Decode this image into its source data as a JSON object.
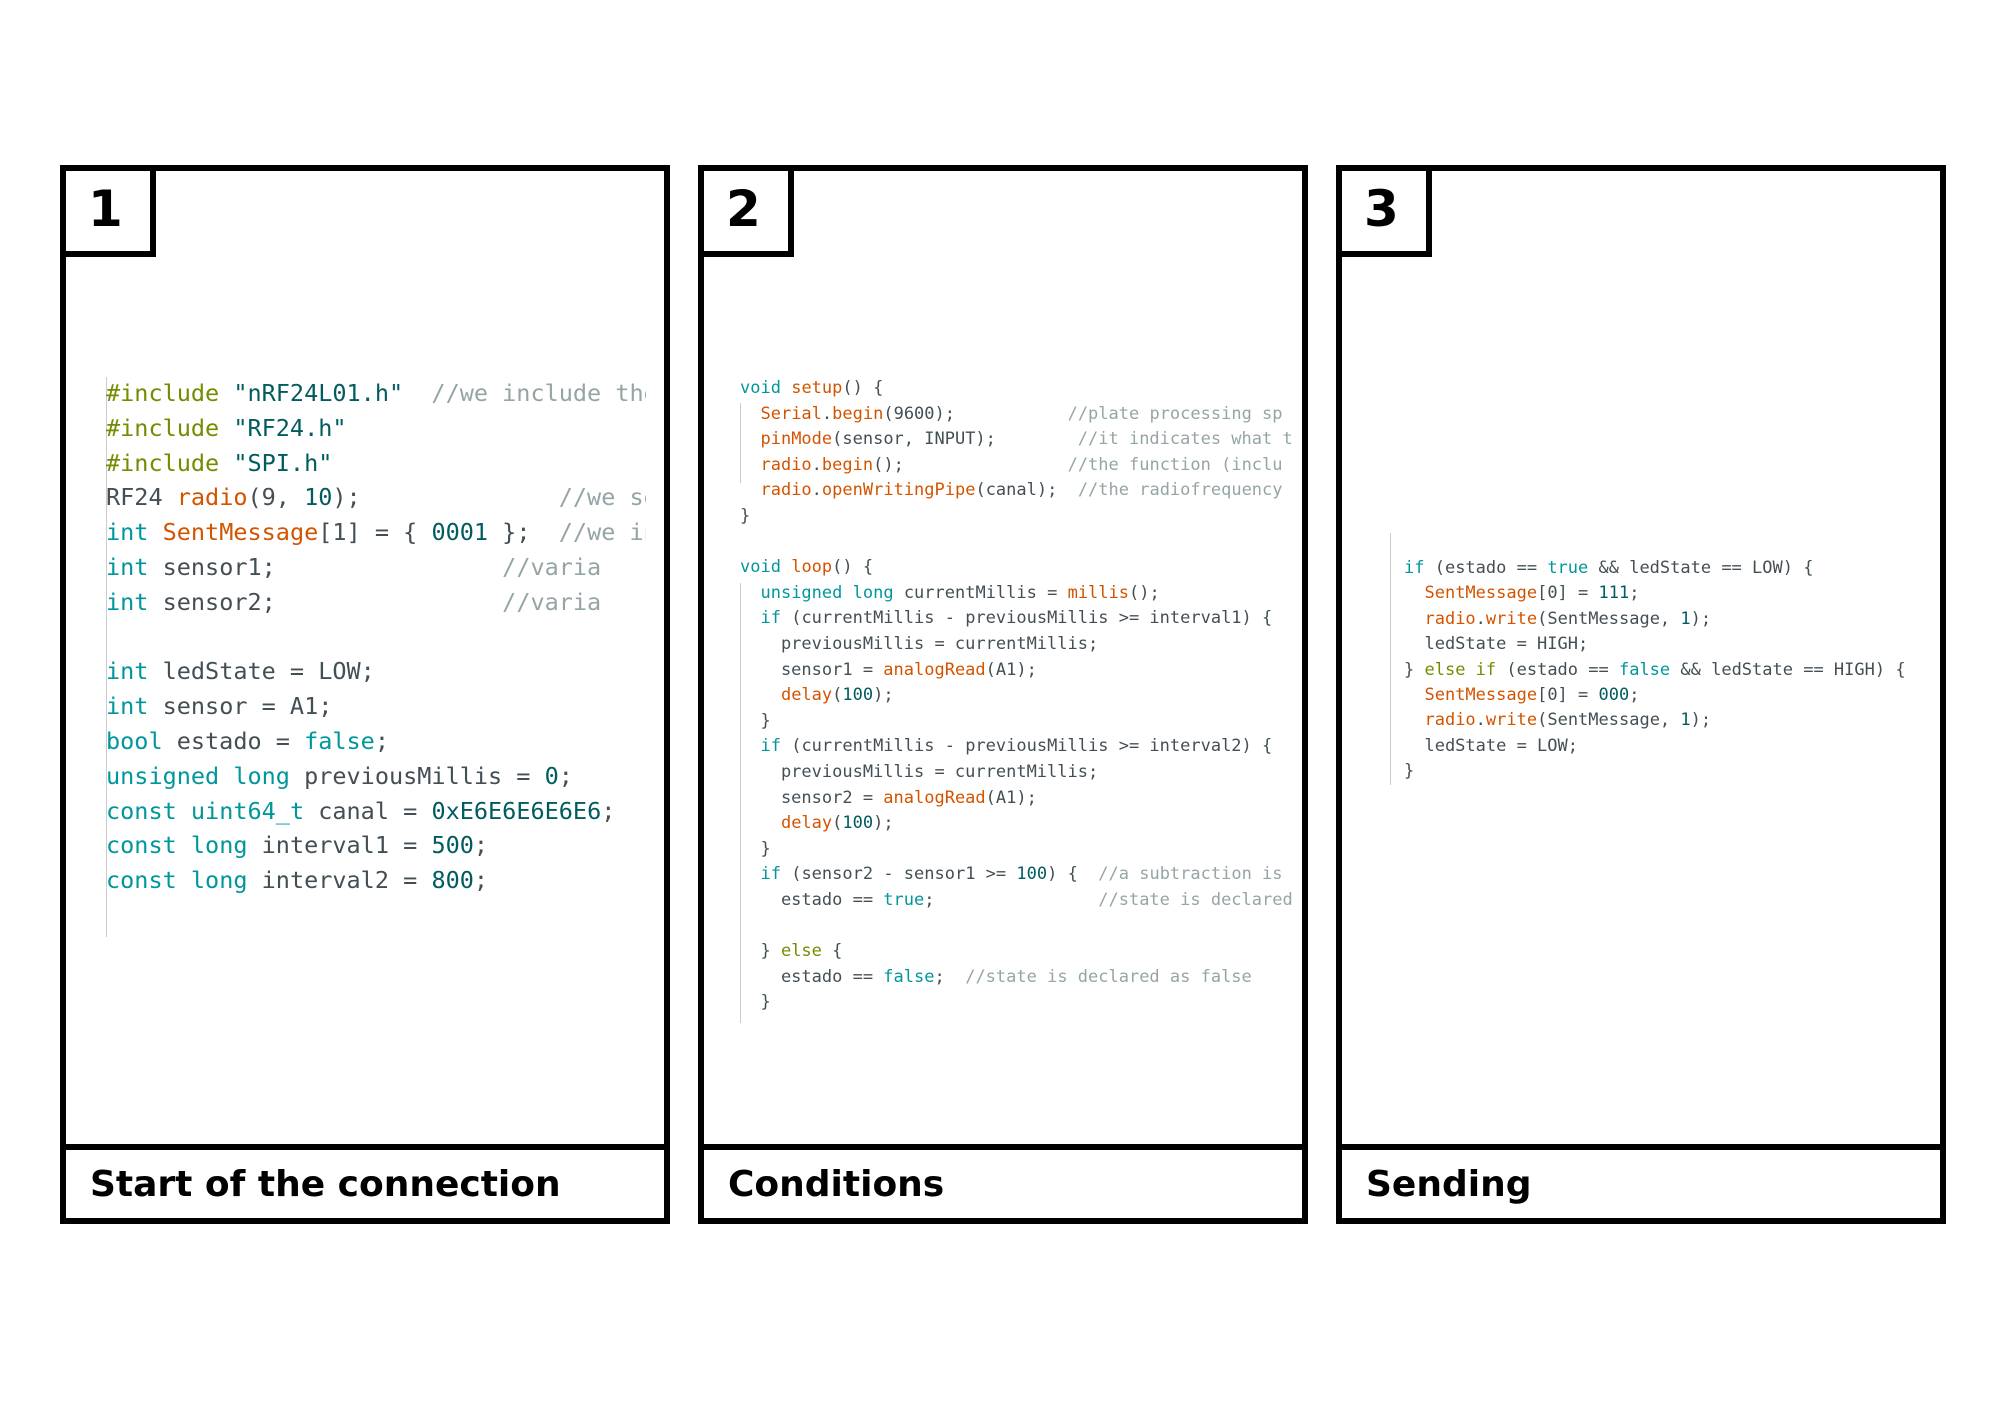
{
  "panels": [
    {
      "number": "1",
      "caption": "Start of the connection",
      "code": [
        [
          [
            "#include",
            "inc"
          ],
          [
            " \"nRF24L01.h\"",
            "str"
          ],
          [
            "  //we include the",
            "cm"
          ]
        ],
        [
          [
            "#include",
            "inc"
          ],
          [
            " \"RF24.h\"",
            "str"
          ]
        ],
        [
          [
            "#include",
            "inc"
          ],
          [
            " \"SPI.h\"",
            "str"
          ]
        ],
        [
          [
            "RF24 ",
            ""
          ],
          [
            "radio",
            "fn"
          ],
          [
            "(9, ",
            ""
          ],
          [
            "10",
            "str"
          ],
          [
            ");              ",
            ""
          ],
          [
            "//we se",
            "cm"
          ]
        ],
        [
          [
            "int",
            "kw"
          ],
          [
            " ",
            ""
          ],
          [
            "SentMessage",
            "fn"
          ],
          [
            "[1] = { ",
            ""
          ],
          [
            "0001",
            "str"
          ],
          [
            " };  ",
            ""
          ],
          [
            "//we in",
            "cm"
          ]
        ],
        [
          [
            "int",
            "kw"
          ],
          [
            " sensor1;                ",
            ""
          ],
          [
            "//varia",
            "cm"
          ]
        ],
        [
          [
            "int",
            "kw"
          ],
          [
            " sensor2;                ",
            ""
          ],
          [
            "//varia",
            "cm"
          ]
        ],
        [],
        [
          [
            "int",
            "kw"
          ],
          [
            " ledState = LOW;",
            ""
          ]
        ],
        [
          [
            "int",
            "kw"
          ],
          [
            " sensor = A1;",
            ""
          ]
        ],
        [
          [
            "bool",
            "kw"
          ],
          [
            " estado = ",
            ""
          ],
          [
            "false",
            "kw"
          ],
          [
            ";",
            ""
          ]
        ],
        [
          [
            "unsigned",
            "kw"
          ],
          [
            " ",
            ""
          ],
          [
            "long",
            "kw"
          ],
          [
            " previousMillis = ",
            ""
          ],
          [
            "0",
            "str"
          ],
          [
            ";",
            ""
          ]
        ],
        [
          [
            "const",
            "kw"
          ],
          [
            " ",
            ""
          ],
          [
            "uint64_t",
            "kw"
          ],
          [
            " canal = ",
            ""
          ],
          [
            "0xE6E6E6E6E6",
            "str"
          ],
          [
            ";",
            ""
          ]
        ],
        [
          [
            "const",
            "kw"
          ],
          [
            " ",
            ""
          ],
          [
            "long",
            "kw"
          ],
          [
            " interval1 = ",
            ""
          ],
          [
            "500",
            "str"
          ],
          [
            ";",
            ""
          ]
        ],
        [
          [
            "const",
            "kw"
          ],
          [
            " ",
            ""
          ],
          [
            "long",
            "kw"
          ],
          [
            " interval2 = ",
            ""
          ],
          [
            "800",
            "str"
          ],
          [
            ";",
            ""
          ]
        ]
      ]
    },
    {
      "number": "2",
      "caption": "Conditions",
      "code": [
        [
          [
            "void",
            "kw"
          ],
          [
            " ",
            ""
          ],
          [
            "setup",
            "fn"
          ],
          [
            "() {",
            ""
          ]
        ],
        [
          [
            "  ",
            ""
          ],
          [
            "Serial",
            "fn"
          ],
          [
            ".",
            ""
          ],
          [
            "begin",
            "fn"
          ],
          [
            "(9600);           ",
            ""
          ],
          [
            "//plate processing sp",
            "cm"
          ]
        ],
        [
          [
            "  ",
            ""
          ],
          [
            "pinMode",
            "fn"
          ],
          [
            "(sensor, INPUT);        ",
            ""
          ],
          [
            "//it indicates what t",
            "cm"
          ]
        ],
        [
          [
            "  ",
            ""
          ],
          [
            "radio",
            "fn"
          ],
          [
            ".",
            ""
          ],
          [
            "begin",
            "fn"
          ],
          [
            "();                ",
            ""
          ],
          [
            "//the function (inclu",
            "cm"
          ]
        ],
        [
          [
            "  ",
            ""
          ],
          [
            "radio",
            "fn"
          ],
          [
            ".",
            ""
          ],
          [
            "openWritingPipe",
            "fn"
          ],
          [
            "(canal);  ",
            ""
          ],
          [
            "//the radiofrequency",
            "cm"
          ]
        ],
        [
          [
            "}",
            ""
          ]
        ],
        [],
        [
          [
            "void",
            "kw"
          ],
          [
            " ",
            ""
          ],
          [
            "loop",
            "fn"
          ],
          [
            "() {",
            ""
          ]
        ],
        [
          [
            "  ",
            ""
          ],
          [
            "unsigned",
            "kw"
          ],
          [
            " ",
            ""
          ],
          [
            "long",
            "kw"
          ],
          [
            " currentMillis = ",
            ""
          ],
          [
            "millis",
            "fn"
          ],
          [
            "();",
            ""
          ]
        ],
        [
          [
            "  ",
            ""
          ],
          [
            "if",
            "kw"
          ],
          [
            " (currentMillis - previousMillis >= interval1) {",
            ""
          ]
        ],
        [
          [
            "    previousMillis = currentMillis;",
            ""
          ]
        ],
        [
          [
            "    sensor1 = ",
            ""
          ],
          [
            "analogRead",
            "fn"
          ],
          [
            "(A1);",
            ""
          ]
        ],
        [
          [
            "    ",
            ""
          ],
          [
            "delay",
            "fn"
          ],
          [
            "(",
            ""
          ],
          [
            "100",
            "str"
          ],
          [
            ");",
            ""
          ]
        ],
        [
          [
            "  }",
            ""
          ]
        ],
        [
          [
            "  ",
            ""
          ],
          [
            "if",
            "kw"
          ],
          [
            " (currentMillis - previousMillis >= interval2) {",
            ""
          ]
        ],
        [
          [
            "    previousMillis = currentMillis;",
            ""
          ]
        ],
        [
          [
            "    sensor2 = ",
            ""
          ],
          [
            "analogRead",
            "fn"
          ],
          [
            "(A1);",
            ""
          ]
        ],
        [
          [
            "    ",
            ""
          ],
          [
            "delay",
            "fn"
          ],
          [
            "(",
            ""
          ],
          [
            "100",
            "str"
          ],
          [
            ");",
            ""
          ]
        ],
        [
          [
            "  }",
            ""
          ]
        ],
        [
          [
            "  ",
            ""
          ],
          [
            "if",
            "kw"
          ],
          [
            " (sensor2 - sensor1 >= ",
            ""
          ],
          [
            "100",
            "str"
          ],
          [
            ") {  ",
            ""
          ],
          [
            "//a subtraction is",
            "cm"
          ]
        ],
        [
          [
            "    estado == ",
            ""
          ],
          [
            "true",
            "kw"
          ],
          [
            ";                ",
            ""
          ],
          [
            "//state is declared",
            "cm"
          ]
        ],
        [],
        [
          [
            "  } ",
            ""
          ],
          [
            "else",
            "inc"
          ],
          [
            " {",
            ""
          ]
        ],
        [
          [
            "    estado == ",
            ""
          ],
          [
            "false",
            "kw"
          ],
          [
            ";  ",
            ""
          ],
          [
            "//state is declared as false",
            "cm"
          ]
        ],
        [
          [
            "  }",
            ""
          ]
        ]
      ]
    },
    {
      "number": "3",
      "caption": "Sending",
      "code": [
        [
          [
            "if",
            "kw"
          ],
          [
            " (estado == ",
            ""
          ],
          [
            "true",
            "kw"
          ],
          [
            " && ledState == LOW) {",
            ""
          ]
        ],
        [
          [
            "  ",
            ""
          ],
          [
            "SentMessage",
            "fn"
          ],
          [
            "[0] = ",
            ""
          ],
          [
            "111",
            "str"
          ],
          [
            ";",
            ""
          ]
        ],
        [
          [
            "  ",
            ""
          ],
          [
            "radio",
            "fn"
          ],
          [
            ".",
            ""
          ],
          [
            "write",
            "fn"
          ],
          [
            "(SentMessage, ",
            ""
          ],
          [
            "1",
            "str"
          ],
          [
            ");",
            ""
          ]
        ],
        [
          [
            "  ledState = HIGH;",
            ""
          ]
        ],
        [
          [
            "} ",
            ""
          ],
          [
            "else if",
            "inc"
          ],
          [
            " (estado == ",
            ""
          ],
          [
            "false",
            "kw"
          ],
          [
            " && ledState == HIGH) {",
            ""
          ]
        ],
        [
          [
            "  ",
            ""
          ],
          [
            "SentMessage",
            "fn"
          ],
          [
            "[0] = ",
            ""
          ],
          [
            "000",
            "str"
          ],
          [
            ";",
            ""
          ]
        ],
        [
          [
            "  ",
            ""
          ],
          [
            "radio",
            "fn"
          ],
          [
            ".",
            ""
          ],
          [
            "write",
            "fn"
          ],
          [
            "(SentMessage, ",
            ""
          ],
          [
            "1",
            "str"
          ],
          [
            ");",
            ""
          ]
        ],
        [
          [
            "  ledState = LOW;",
            ""
          ]
        ],
        [
          [
            "}",
            ""
          ]
        ]
      ]
    }
  ]
}
